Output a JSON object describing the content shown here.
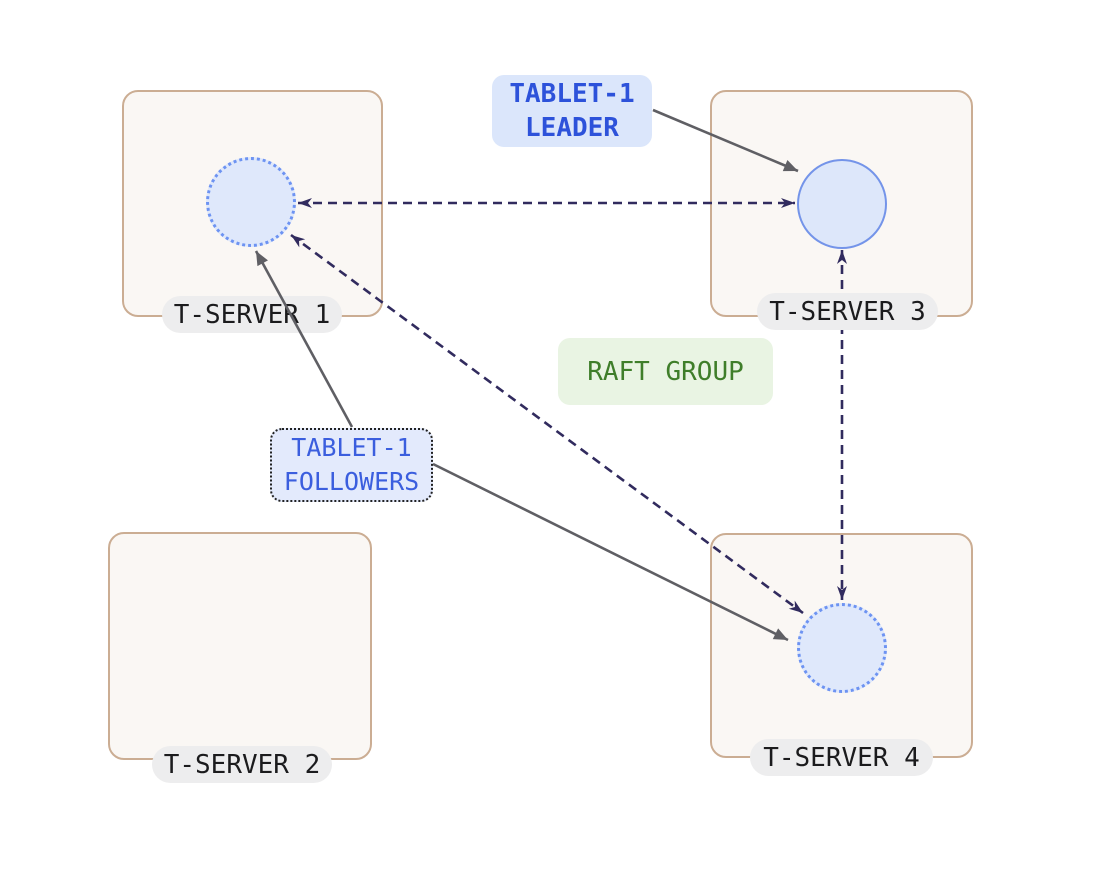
{
  "page": {
    "background": "#ffffff",
    "description": "Raft replication diagram: tablet-1 leader on T-Server 3 replicating to followers on T-Server 1 and T-Server 4"
  },
  "servers": [
    {
      "label": "T-SERVER 1",
      "has_tablet": true,
      "tablet_role": "follower"
    },
    {
      "label": "T-SERVER 2",
      "has_tablet": false,
      "tablet_role": ""
    },
    {
      "label": "T-SERVER 3",
      "has_tablet": true,
      "tablet_role": "leader"
    },
    {
      "label": "T-SERVER 4",
      "has_tablet": true,
      "tablet_role": "follower"
    }
  ],
  "labels": {
    "leader": {
      "line1": "TABLET-1",
      "line2": "LEADER"
    },
    "followers": {
      "line1": "TABLET-1",
      "line2": "FOLLOWERS"
    },
    "raft_group": "RAFT GROUP"
  },
  "connections": [
    {
      "from": "tablet-1-leader-label",
      "to": "tablet-on-t-server-3",
      "style": "solid",
      "bidirectional": false
    },
    {
      "from": "tablet-1-followers-label",
      "to": "tablet-on-t-server-1",
      "style": "solid",
      "bidirectional": false
    },
    {
      "from": "tablet-1-followers-label",
      "to": "tablet-on-t-server-4",
      "style": "solid",
      "bidirectional": false
    },
    {
      "from": "tablet-on-t-server-1",
      "to": "tablet-on-t-server-3",
      "style": "dashed",
      "bidirectional": true
    },
    {
      "from": "tablet-on-t-server-1",
      "to": "tablet-on-t-server-4",
      "style": "dashed",
      "bidirectional": true
    },
    {
      "from": "tablet-on-t-server-3",
      "to": "tablet-on-t-server-4",
      "style": "dashed",
      "bidirectional": true
    }
  ],
  "colors": {
    "server_box_border": "#cbad93",
    "server_box_fill": "#faf7f4",
    "server_pill_fill": "#ededee",
    "server_pill_text": "#1b1b1d",
    "tablet_follower_fill": "#dfe8fb",
    "tablet_follower_border": "#6d93f2",
    "tablet_leader_fill": "#dde7fa",
    "tablet_leader_border": "#7494e9",
    "dashed_arrow": "#312b5e",
    "solid_arrow": "#5f5f64",
    "leader_label_fill": "#dbe6fb",
    "leader_label_text": "#2d52da",
    "followers_label_fill": "#e3eafc",
    "followers_label_text": "#3b5ede",
    "followers_label_border": "#222222",
    "raft_label_fill": "#e9f4e3",
    "raft_label_text": "#3f7e2a"
  }
}
